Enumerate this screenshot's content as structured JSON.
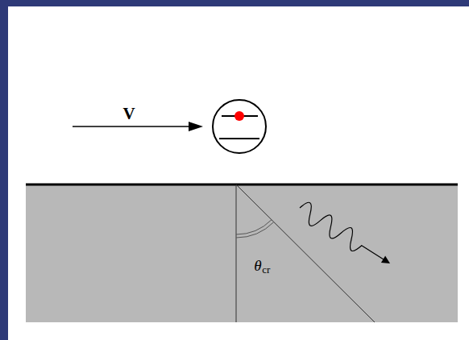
{
  "diagram": {
    "labels": [
      "V",
      "θ",
      "cr"
    ]
  }
}
